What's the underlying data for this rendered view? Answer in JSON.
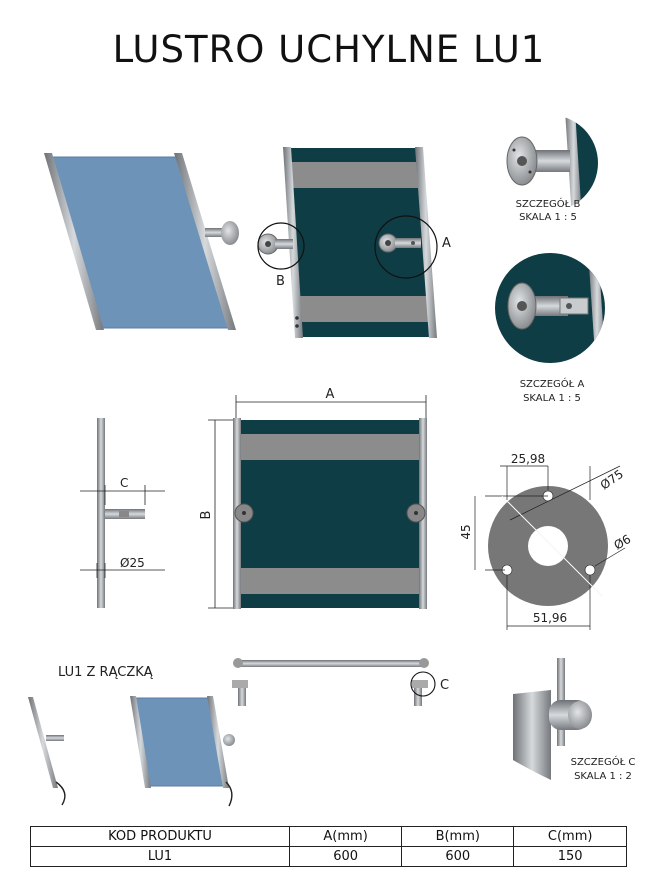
{
  "title": "LUSTRO UCHYLNE  LU1",
  "details": {
    "b": {
      "name": "SZCZEGÓŁ B",
      "scale": "SKALA 1 : 5"
    },
    "a": {
      "name": "SZCZEGÓŁ A",
      "scale": "SKALA 1 : 5"
    },
    "c": {
      "name": "SZCZEGÓŁ C",
      "scale": "SKALA 1 : 2"
    }
  },
  "markers": {
    "a": "A",
    "b": "B",
    "c": "C"
  },
  "dimensions": {
    "width": "A",
    "height": "B",
    "arm": "C",
    "pipe": "Ø25",
    "spacing_top": "25,98",
    "diameter": "Ø75",
    "height_45": "45",
    "hole": "Ø6",
    "spacing_bottom": "51,96"
  },
  "variant_label": "LU1 Z RĄCZKĄ",
  "table": {
    "headers": [
      "KOD PRODUKTU",
      "A(mm)",
      "B(mm)",
      "C(mm)"
    ],
    "row": [
      "LU1",
      "600",
      "600",
      "150"
    ]
  },
  "colors": {
    "mirror_blue": "#6e93b8",
    "panel_dark": "#0f3d45",
    "frame_grey": "#8a8e92",
    "band_grey": "#8c8c8c",
    "plate_grey": "#777777"
  }
}
